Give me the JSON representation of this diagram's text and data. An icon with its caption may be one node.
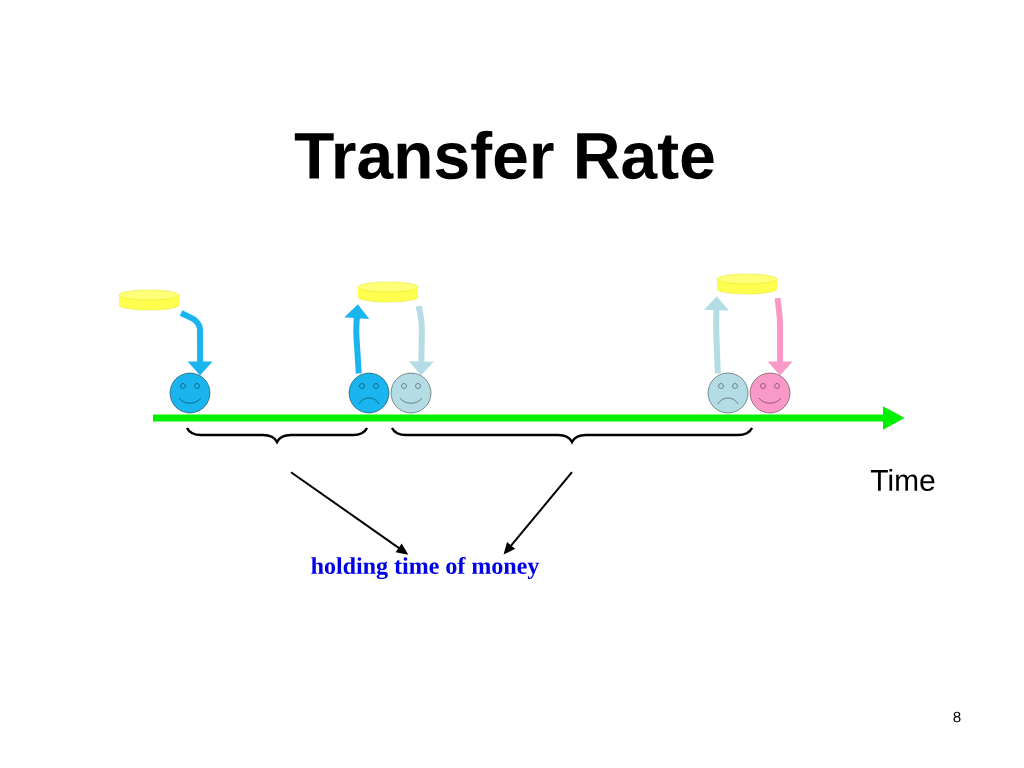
{
  "diagram": {
    "title": "Transfer Rate",
    "nodes": [
      {
        "text": [
          "holding time of money"
        ]
      },
      {
        "text": [],
        "shape": "bracket"
      },
      {
        "text": [],
        "shape": "bracket"
      },
      {
        "text": [],
        "shape": "cylinder"
      },
      {
        "text": [],
        "shape": "cylinder"
      },
      {
        "text": [],
        "shape": "cylinder"
      },
      {
        "text": [],
        "shape": "circle"
      },
      {
        "text": [],
        "shape": "circle"
      },
      {
        "text": [],
        "shape": "circle"
      },
      {
        "text": [],
        "shape": "circle"
      },
      {
        "text": [],
        "shape": "circle"
      }
    ],
    "edges": [
      {
        "from": 1,
        "to": 0,
        "arrow": "to"
      },
      {
        "from": 2,
        "to": 0,
        "arrow": "to"
      },
      {
        "from": 3,
        "to": 6,
        "arrow": "to",
        "color": "#1ab4ee"
      },
      {
        "from": 7,
        "to": 4,
        "arrow": "to",
        "color": "#1ab4ee"
      },
      {
        "from": 4,
        "to": 8,
        "arrow": "to",
        "color": "#b4dce4"
      },
      {
        "from": 9,
        "to": 5,
        "arrow": "to",
        "color": "#b4dce4"
      },
      {
        "from": 5,
        "to": 10,
        "arrow": "to",
        "color": "#f899c8"
      }
    ],
    "labels": [
      "Time",
      "8"
    ]
  }
}
